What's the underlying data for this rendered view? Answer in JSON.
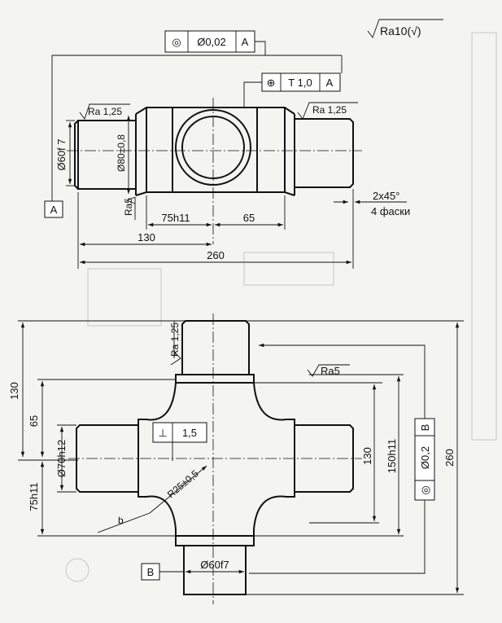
{
  "surface_finish_general": "Ra10(√)",
  "top_view": {
    "concentricity_frame": {
      "symbol": "◎",
      "tolerance": "Ø0,02",
      "datum": "A"
    },
    "position_frame": {
      "symbol": "⊕",
      "tolerance": "T 1,0",
      "datum": "A"
    },
    "roughness_left": "Ra 1,25",
    "roughness_right": "Ra 1,25",
    "dim_shaft_dia": "Ø60f 7",
    "dim_body_dia": "Ø80±0,8",
    "datum_a": "A",
    "roughness_ra5": "Ra5",
    "dim_75h11": "75h11",
    "dim_65": "65",
    "dim_130": "130",
    "dim_260": "260",
    "chamfer_line1": "2x45°",
    "chamfer_line2": "4 фаски"
  },
  "bottom_view": {
    "roughness_top_stub": "Ra 1,25",
    "roughness_ra5": "Ra5",
    "dim_130_left": "130",
    "dim_65": "65",
    "dim_dia70": "Ø70h12",
    "dim_75h11": "75h11",
    "perp_frame": {
      "symbol": "⊥",
      "tolerance": "1,5"
    },
    "dim_radius": "R25±0,5",
    "dim_130_right": "130",
    "dim_150h11": "150h11",
    "concentricity_frame": {
      "symbol": "◎",
      "tolerance": "Ø0,2",
      "datum": "B"
    },
    "dim_260": "260",
    "datum_b": "B",
    "dim_dia60": "Ø60f7",
    "mark_b": "b"
  }
}
